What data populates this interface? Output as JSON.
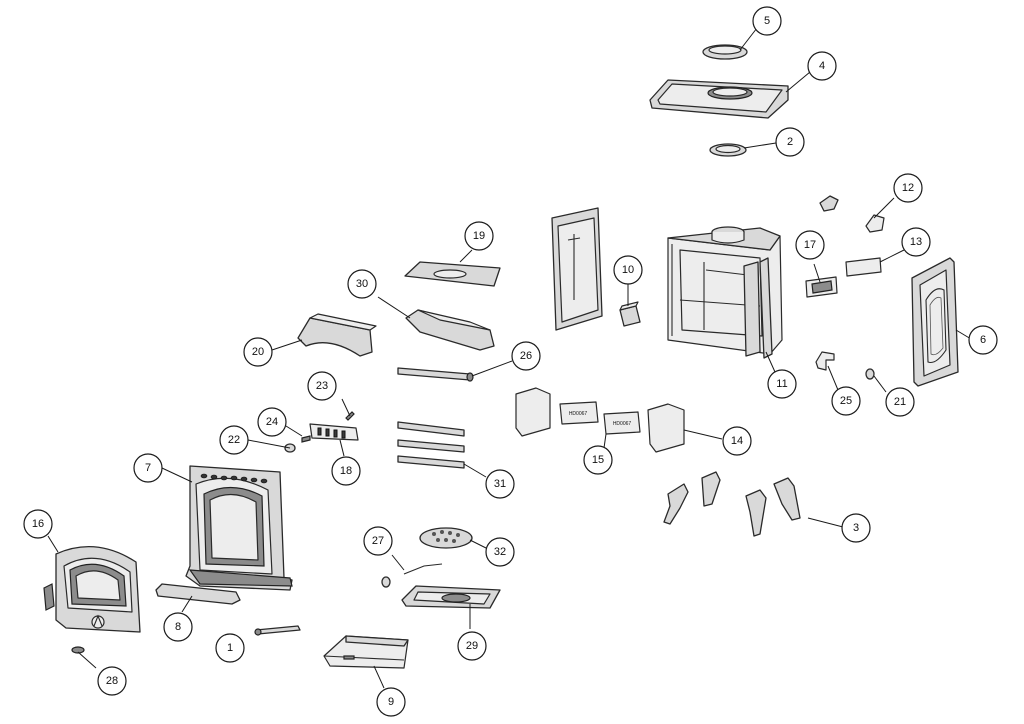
{
  "diagram": {
    "callouts": [
      {
        "id": "c1",
        "label": "1"
      },
      {
        "id": "c2",
        "label": "2"
      },
      {
        "id": "c3",
        "label": "3"
      },
      {
        "id": "c4",
        "label": "4"
      },
      {
        "id": "c5",
        "label": "5"
      },
      {
        "id": "c6",
        "label": "6"
      },
      {
        "id": "c7",
        "label": "7"
      },
      {
        "id": "c8",
        "label": "8"
      },
      {
        "id": "c9",
        "label": "9"
      },
      {
        "id": "c10",
        "label": "10"
      },
      {
        "id": "c11",
        "label": "11"
      },
      {
        "id": "c12",
        "label": "12"
      },
      {
        "id": "c13",
        "label": "13"
      },
      {
        "id": "c14",
        "label": "14"
      },
      {
        "id": "c15",
        "label": "15"
      },
      {
        "id": "c16",
        "label": "16"
      },
      {
        "id": "c17",
        "label": "17"
      },
      {
        "id": "c18",
        "label": "18"
      },
      {
        "id": "c19",
        "label": "19"
      },
      {
        "id": "c20",
        "label": "20"
      },
      {
        "id": "c21",
        "label": "21"
      },
      {
        "id": "c22",
        "label": "22"
      },
      {
        "id": "c23",
        "label": "23"
      },
      {
        "id": "c24",
        "label": "24"
      },
      {
        "id": "c25",
        "label": "25"
      },
      {
        "id": "c26",
        "label": "26"
      },
      {
        "id": "c27",
        "label": "27"
      },
      {
        "id": "c28",
        "label": "28"
      },
      {
        "id": "c29",
        "label": "29"
      },
      {
        "id": "c30",
        "label": "30"
      },
      {
        "id": "c31",
        "label": "31"
      },
      {
        "id": "c32",
        "label": "32"
      }
    ],
    "brick_text": [
      "HD0067",
      "HD0067"
    ]
  }
}
